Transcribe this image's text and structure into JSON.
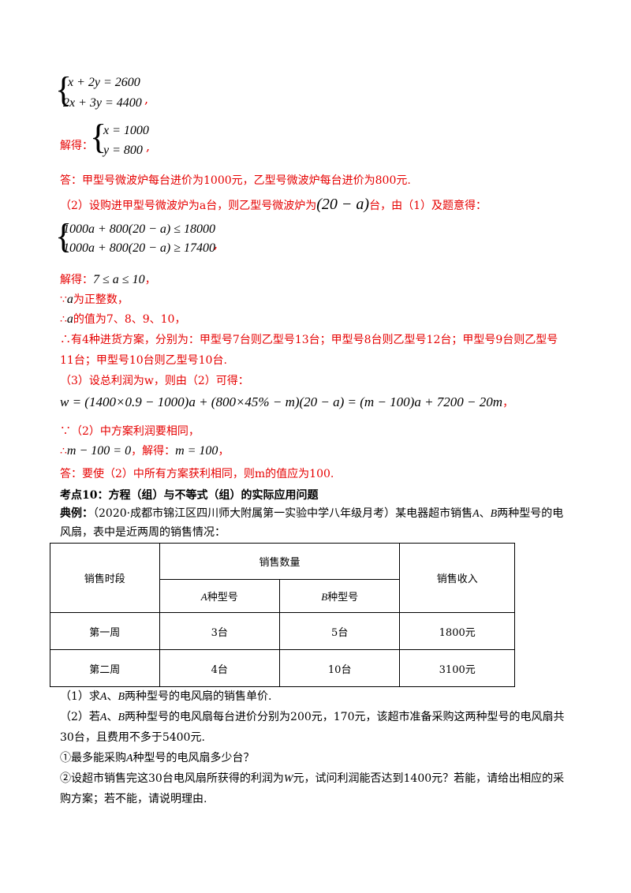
{
  "system1": {
    "eq1": "x + 2y = 2600",
    "eq2": "2x + 3y = 4400",
    "tail": ","
  },
  "solution1": {
    "label": "解得：",
    "eq1": "x = 1000",
    "eq2": "y = 800",
    "tail": ","
  },
  "answer1": "答：甲型号微波炉每台进价为1000元，乙型号微波炉每台进价为800元.",
  "part2": {
    "before": "（2）设购进甲型号微波炉为a台，则乙型号微波炉为",
    "expr": "(20 − a)",
    "after": "台，由（1）及题意得："
  },
  "system2": {
    "eq1": "1000a + 800(20 − a) ≤ 18000",
    "eq2": "1000a + 800(20 − a) ≥ 17400",
    "tail": ","
  },
  "lines": {
    "solve2_label": "解得：",
    "solve2_math": "7 ≤ a ≤ 10",
    "solve2_tail": "，",
    "because_sym": "∵",
    "because_var": "a",
    "because_text": "为正整数，",
    "therefore_sym": "∴",
    "therefore_var": "a",
    "therefore_text": "的值为7、8、9、10，",
    "plans1": "∴有4种进货方案，分别为：甲型号7台则乙型号13台；甲型号8台则乙型号12台；甲型号9台则乙型号",
    "plans2": "11台；甲型号10台则乙型号10台.",
    "part3": "（3）设总利润为w，则由（2）可得：",
    "w_eq": "w = (1400×0.9 − 1000)a + (800×45% − m)(20 − a) = (m − 100)a + 7200 − 20m",
    "w_tail": "，",
    "because2": "∵（2）中方案利润要相同，",
    "therefore2_sym": "∴",
    "therefore2_math": "m − 100 = 0",
    "therefore2_mid": "，解得：",
    "therefore2_math2": "m = 100",
    "therefore2_tail": "，",
    "answer3": "答：要使（2）中所有方案获利相同，则m的值应为100."
  },
  "section": {
    "heading": "考点10：方程（组）与不等式（组）的实际应用问题",
    "example_label": "典例：",
    "example_text1": "（2020·成都市锦江区四川师大附属第一实验中学八年级月考）某电器超市销售",
    "example_text2": "两种型号的电",
    "example_text3": "风扇，表中是近两周的销售情况：",
    "var_A": "A",
    "var_B": "B",
    "sep": "、"
  },
  "table": {
    "col_period": "销售时段",
    "col_qty": "销售数量",
    "col_income": "销售收入",
    "sub_A": "种型号",
    "sub_B": "种型号",
    "rows": [
      {
        "period": "第一周",
        "a": "3台",
        "b": "5台",
        "income": "1800元"
      },
      {
        "period": "第二周",
        "a": "4台",
        "b": "10台",
        "income": "3100元"
      }
    ]
  },
  "questions": {
    "q1_pre": "（1）求",
    "q1_post": "两种型号的电风扇的销售单价.",
    "q2_pre": "（2）若",
    "q2_post": "两种型号的电风扇每台进价分别为200元，170元，该超市准备采购这两种型号的电风扇共",
    "q2_line2": "30台，且费用不多于5400元.",
    "q2a_pre": "①最多能采购",
    "q2a_post": "种型号的电风扇多少台？",
    "q2b_pre": "②设超市销售完这30台电风扇所获得的利润为",
    "q2b_var": "W",
    "q2b_post": "元，试问利润能否达到1400元？若能，请给出相应的采",
    "q2b_line2": "购方案；若不能，请说明理由."
  }
}
